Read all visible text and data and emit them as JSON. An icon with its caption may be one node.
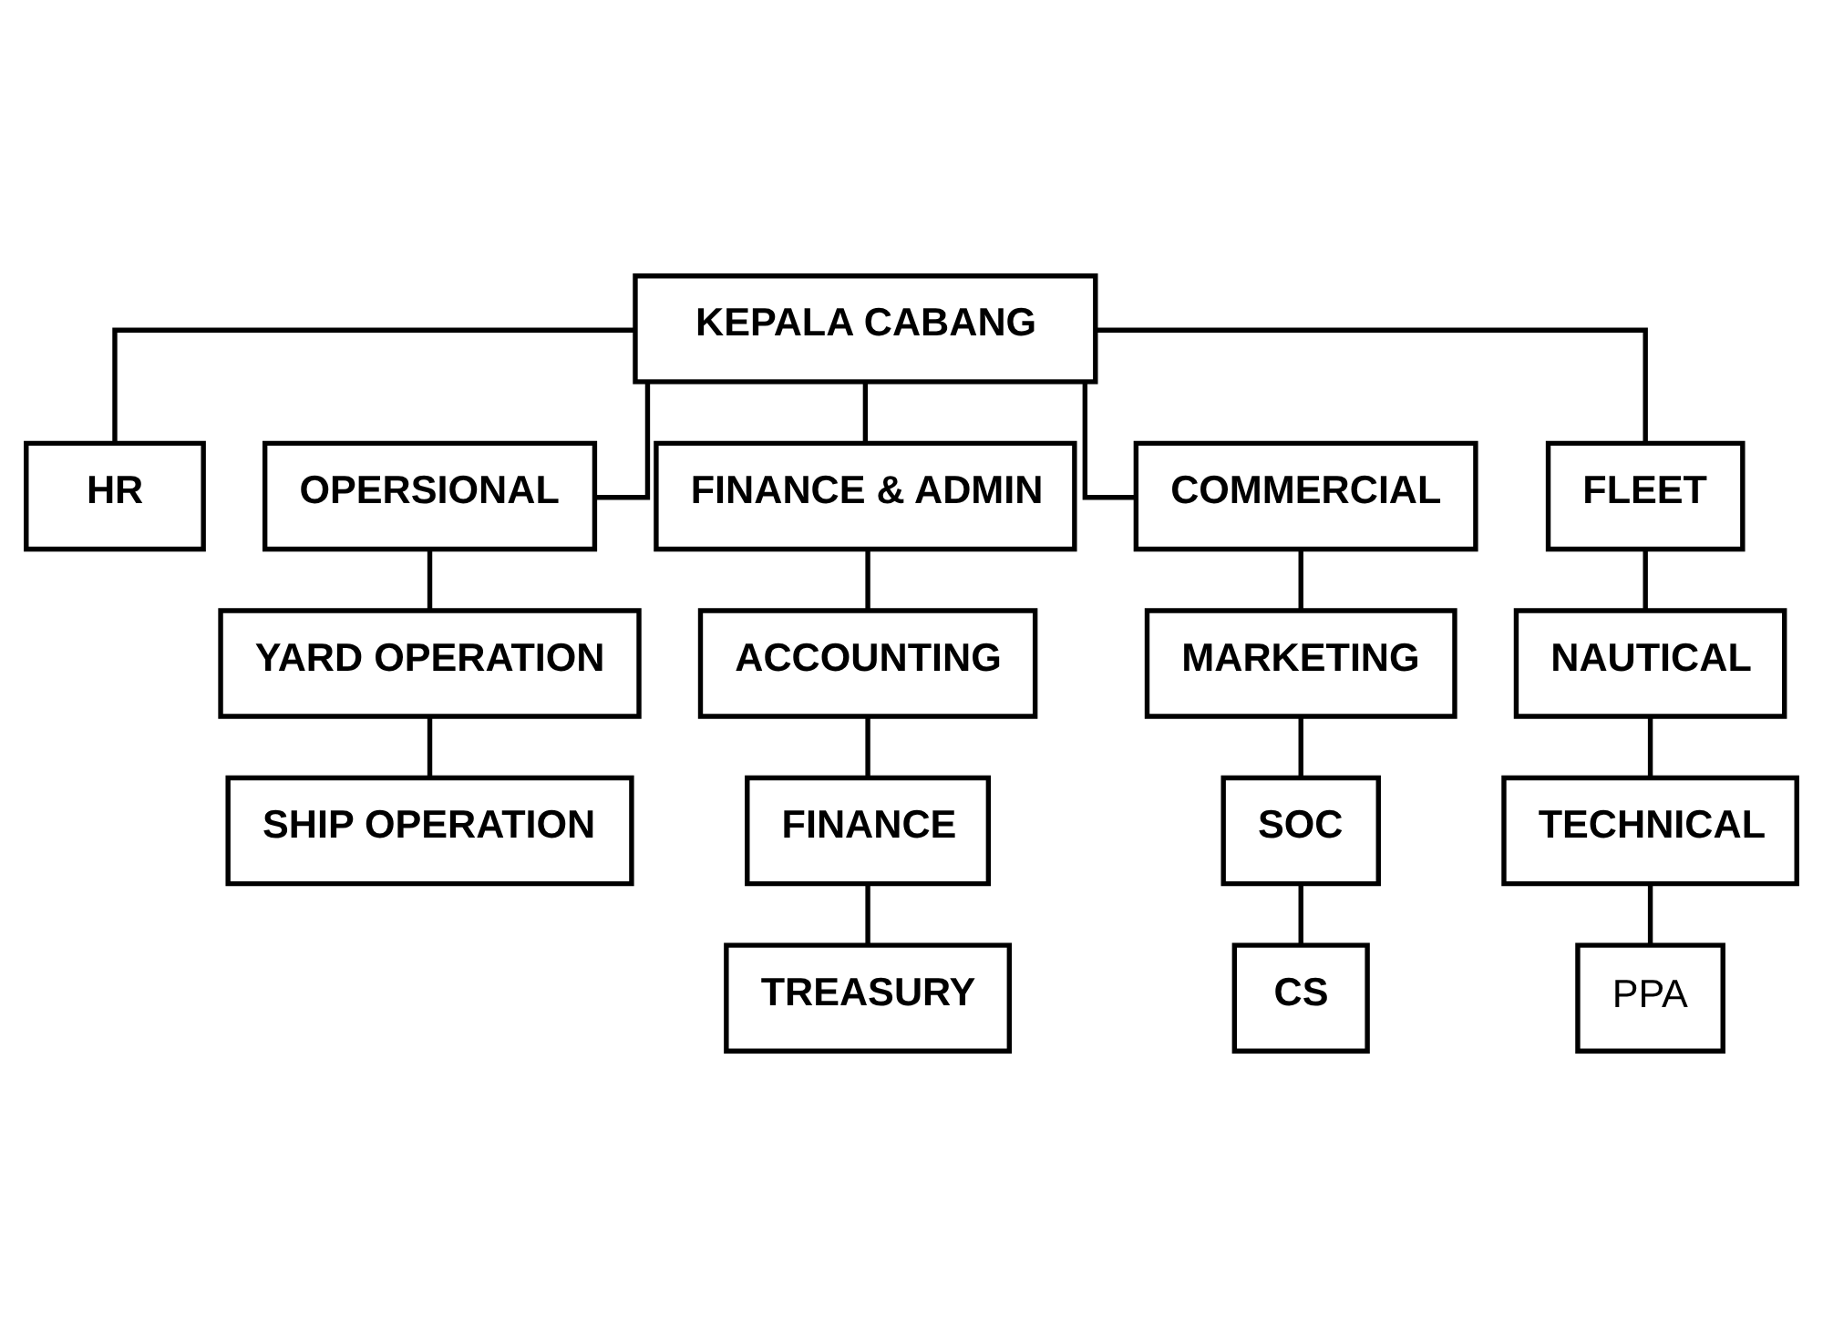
{
  "diagram": {
    "nodes": [
      {
        "text": [
          "KEPALA CABANG"
        ]
      },
      {
        "text": [
          "HR"
        ]
      },
      {
        "text": [
          "OPERSIONAL"
        ]
      },
      {
        "text": [
          "FINANCE & ADMIN"
        ]
      },
      {
        "text": [
          "COMMERCIAL"
        ]
      },
      {
        "text": [
          "FLEET"
        ]
      },
      {
        "text": [
          "YARD OPERATION"
        ]
      },
      {
        "text": [
          "ACCOUNTING"
        ]
      },
      {
        "text": [
          "MARKETING"
        ]
      },
      {
        "text": [
          "NAUTICAL"
        ]
      },
      {
        "text": [
          "SHIP OPERATION"
        ]
      },
      {
        "text": [
          "FINANCE"
        ]
      },
      {
        "text": [
          "SOC"
        ]
      },
      {
        "text": [
          "TECHNICAL"
        ]
      },
      {
        "text": [
          "TREASURY"
        ]
      },
      {
        "text": [
          "CS"
        ]
      },
      {
        "text": [
          "PPA"
        ]
      }
    ],
    "edges": [
      {
        "from": 0,
        "to": 1,
        "arrow": "none"
      },
      {
        "from": 0,
        "to": 2,
        "arrow": "none"
      },
      {
        "from": 0,
        "to": 3,
        "arrow": "none"
      },
      {
        "from": 0,
        "to": 4,
        "arrow": "none"
      },
      {
        "from": 0,
        "to": 5,
        "arrow": "none"
      },
      {
        "from": 2,
        "to": 6,
        "arrow": "none"
      },
      {
        "from": 6,
        "to": 10,
        "arrow": "none"
      },
      {
        "from": 3,
        "to": 7,
        "arrow": "none"
      },
      {
        "from": 7,
        "to": 11,
        "arrow": "none"
      },
      {
        "from": 11,
        "to": 14,
        "arrow": "none"
      },
      {
        "from": 4,
        "to": 8,
        "arrow": "none"
      },
      {
        "from": 8,
        "to": 12,
        "arrow": "none"
      },
      {
        "from": 12,
        "to": 15,
        "arrow": "none"
      },
      {
        "from": 5,
        "to": 9,
        "arrow": "none"
      },
      {
        "from": 9,
        "to": 13,
        "arrow": "none"
      },
      {
        "from": 13,
        "to": 16,
        "arrow": "none"
      }
    ]
  }
}
